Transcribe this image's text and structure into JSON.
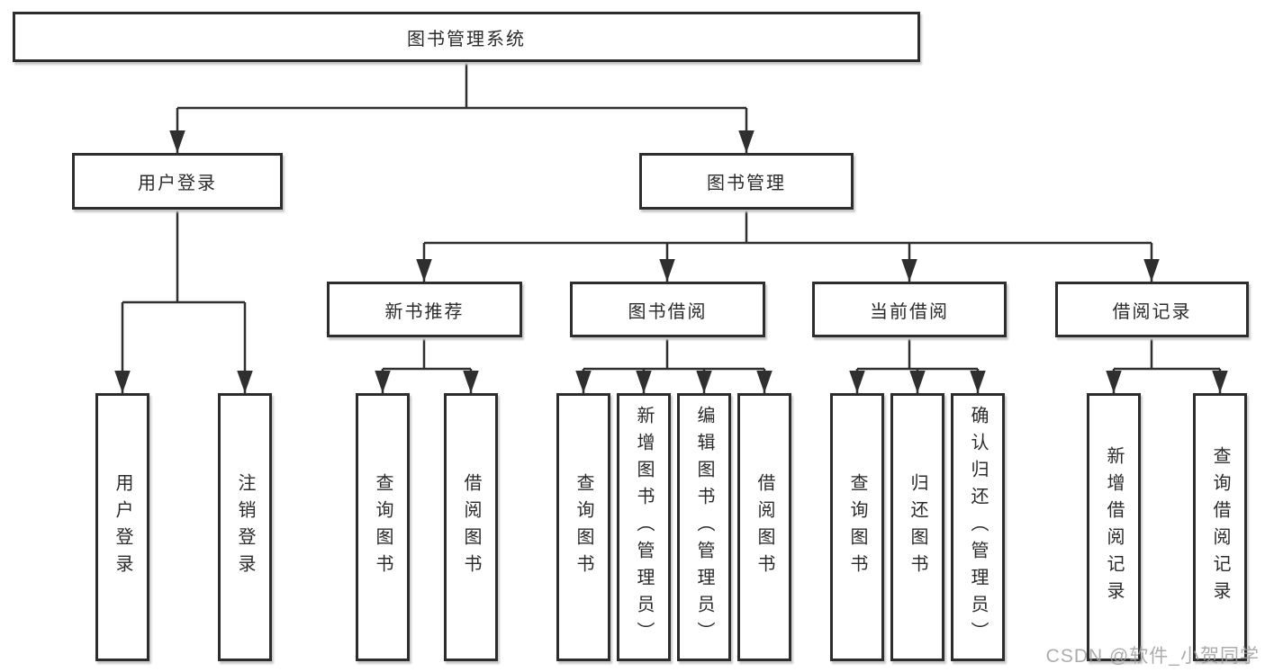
{
  "diagram": {
    "type": "tree",
    "orientation": "top-down",
    "tree": {
      "label": "图书管理系统",
      "children": [
        {
          "label": "用户登录",
          "children": [
            {
              "label": "用户登录"
            },
            {
              "label": "注销登录"
            }
          ]
        },
        {
          "label": "图书管理",
          "children": [
            {
              "label": "新书推荐",
              "children": [
                {
                  "label": "查询图书"
                },
                {
                  "label": "借阅图书"
                }
              ]
            },
            {
              "label": "图书借阅",
              "children": [
                {
                  "label": "查询图书"
                },
                {
                  "label": "新增图书（管理员）"
                },
                {
                  "label": "编辑图书（管理员）"
                },
                {
                  "label": "借阅图书"
                }
              ]
            },
            {
              "label": "当前借阅",
              "children": [
                {
                  "label": "查询图书"
                },
                {
                  "label": "归还图书"
                },
                {
                  "label": "确认归还（管理员）"
                }
              ]
            },
            {
              "label": "借阅记录",
              "children": [
                {
                  "label": "新增借阅记录"
                },
                {
                  "label": "查询借阅记录"
                }
              ]
            }
          ]
        }
      ]
    },
    "colors": {
      "line": "#2f2f2f",
      "box_border": "#2d2d2d",
      "text": "#2b2b2b",
      "background": "#ffffff"
    }
  },
  "watermark": {
    "text": "CSDN @软件_小贺同学",
    "color": "#9e9e9e"
  }
}
